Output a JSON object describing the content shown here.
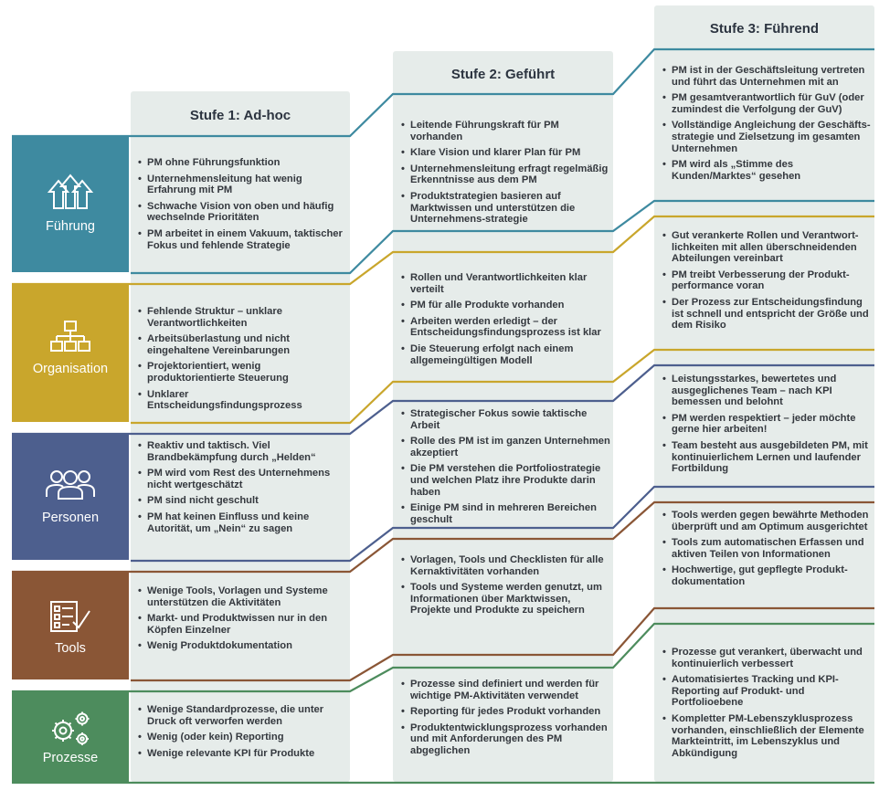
{
  "stages": [
    {
      "id": "s1",
      "title": "Stufe 1: Ad-hoc"
    },
    {
      "id": "s2",
      "title": "Stufe 2: Geführt"
    },
    {
      "id": "s3",
      "title": "Stufe 3: Führend"
    }
  ],
  "categories": [
    {
      "label": "Führung",
      "color": "#3e8aa0",
      "icon": "arrows-up-icon",
      "s1": [
        "PM ohne Führungsfunktion",
        "Unternehmensleitung hat wenig Erfahrung mit PM",
        "Schwache Vision von oben und häufig wechselnde Prioritäten",
        "PM arbeitet in einem Vakuum, taktischer Fokus und fehlende Strategie"
      ],
      "s2": [
        "Leitende Führungskraft für PM vorhanden",
        "Klare Vision und klarer Plan für PM",
        "Unternehmensleitung erfragt regelmäßig Erkenntnisse aus dem PM",
        "Produktstrategien basieren auf Marktwissen und unterstützen die Unternehmens-strategie"
      ],
      "s3": [
        "PM ist in der Geschäftsleitung vertreten und führt das Unternehmen mit an",
        "PM gesamtverantwortlich für GuV (oder zumindest die Verfolgung der GuV)",
        "Vollständige Angleichung der Geschäfts-strategie und Zielsetzung im gesamten Unternehmen",
        "PM wird als „Stimme des Kunden/Marktes“ gesehen"
      ]
    },
    {
      "label": "Organisation",
      "color": "#c9a62c",
      "icon": "org-chart-icon",
      "s1": [
        "Fehlende Struktur – unklare Verantwortlichkeiten",
        "Arbeitsüberlastung und nicht eingehaltene Vereinbarungen",
        "Projektorientiert, wenig produktorientierte Steuerung",
        "Unklarer Entscheidungsfindungsprozess"
      ],
      "s2": [
        "Rollen und Verantwortlichkeiten klar verteilt",
        "PM für alle Produkte vorhanden",
        "Arbeiten werden erledigt – der Entscheidungsfindungsprozess ist klar",
        "Die Steuerung erfolgt nach einem allgemeingültigen Modell"
      ],
      "s3": [
        "Gut verankerte Rollen und Verantwort-lichkeiten mit allen überschneidenden Abteilungen vereinbart",
        "PM treibt Verbesserung der Produkt-performance voran",
        "Der Prozess zur Entscheidungsfindung ist schnell und entspricht der Größe und dem Risiko"
      ]
    },
    {
      "label": "Personen",
      "color": "#4d5f8e",
      "icon": "people-icon",
      "s1": [
        "Reaktiv und taktisch. Viel Brandbekämpfung durch „Helden“",
        "PM wird vom Rest des Unternehmens nicht wertgeschätzt",
        "PM sind nicht geschult",
        "PM hat keinen Einfluss und keine Autorität, um „Nein“ zu sagen"
      ],
      "s2": [
        "Strategischer Fokus sowie taktische Arbeit",
        "Rolle des PM ist im ganzen Unternehmen akzeptiert",
        "Die PM verstehen die Portfoliostrategie und welchen Platz ihre Produkte darin haben",
        "Einige PM sind in mehreren Bereichen geschult"
      ],
      "s3": [
        "Leistungsstarkes, bewertetes und ausgeglichenes Team – nach KPI bemessen und belohnt",
        "PM werden respektiert – jeder möchte gerne hier arbeiten!",
        "Team besteht aus ausgebildeten PM, mit kontinuierlichem Lernen und laufender Fortbildung"
      ]
    },
    {
      "label": "Tools",
      "color": "#8a5636",
      "icon": "checklist-icon",
      "s1": [
        "Wenige Tools, Vorlagen und Systeme unterstützen die Aktivitäten",
        "Markt- und Produktwissen nur in den Köpfen Einzelner",
        "Wenig Produktdokumentation"
      ],
      "s2": [
        "Vorlagen, Tools und Checklisten für alle Kernaktivitäten vorhanden",
        "Tools und Systeme werden genutzt, um Informationen über Marktwissen, Projekte und Produkte zu speichern"
      ],
      "s3": [
        "Tools werden gegen bewährte Methoden überprüft und am Optimum ausgerichtet",
        "Tools zum automatischen Erfassen und aktiven Teilen von Informationen",
        "Hochwertige, gut gepflegte Produkt-dokumentation"
      ]
    },
    {
      "label": "Prozesse",
      "color": "#4d8c5d",
      "icon": "gears-icon",
      "s1": [
        "Wenige Standardprozesse, die unter Druck oft verworfen werden",
        "Wenig (oder kein) Reporting",
        "Wenige relevante KPI für Produkte"
      ],
      "s2": [
        "Prozesse sind definiert und werden für wichtige PM-Aktivitäten verwendet",
        "Reporting für jedes Produkt vorhanden",
        "Produktentwicklungsprozess vorhanden und mit Anforderungen des PM abgeglichen"
      ],
      "s3": [
        "Prozesse gut verankert, überwacht und kontinuierlich verbessert",
        "Automatisiertes Tracking und KPI-Reporting auf Produkt- und Portfolioebene",
        "Kompletter PM-Lebenszyklusprozess vorhanden, einschließlich der Elemente Markteintritt, im Lebenszyklus und Abkündigung"
      ]
    }
  ]
}
